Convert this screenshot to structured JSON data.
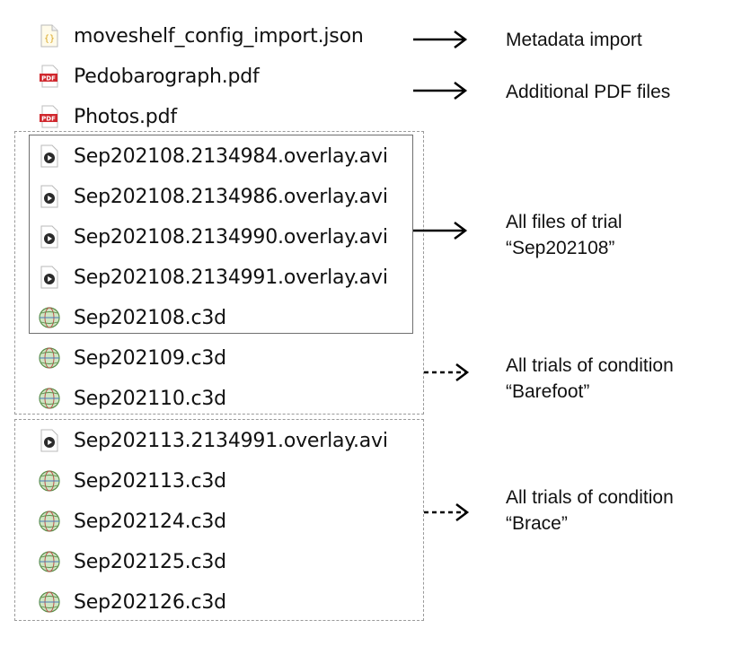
{
  "files": [
    {
      "name": "moveshelf_config_import.json",
      "icon": "json-file-icon"
    },
    {
      "name": "Pedobarograph.pdf",
      "icon": "pdf-file-icon"
    },
    {
      "name": "Photos.pdf",
      "icon": "pdf-file-icon"
    },
    {
      "name": "Sep202108.2134984.overlay.avi",
      "icon": "video-file-icon"
    },
    {
      "name": "Sep202108.2134986.overlay.avi",
      "icon": "video-file-icon"
    },
    {
      "name": "Sep202108.2134990.overlay.avi",
      "icon": "video-file-icon"
    },
    {
      "name": "Sep202108.2134991.overlay.avi",
      "icon": "video-file-icon"
    },
    {
      "name": "Sep202108.c3d",
      "icon": "c3d-globe-icon"
    },
    {
      "name": "Sep202109.c3d",
      "icon": "c3d-globe-icon"
    },
    {
      "name": "Sep202110.c3d",
      "icon": "c3d-globe-icon"
    },
    {
      "name": "Sep202113.2134991.overlay.avi",
      "icon": "video-file-icon"
    },
    {
      "name": "Sep202113.c3d",
      "icon": "c3d-globe-icon"
    },
    {
      "name": "Sep202124.c3d",
      "icon": "c3d-globe-icon"
    },
    {
      "name": "Sep202125.c3d",
      "icon": "c3d-globe-icon"
    },
    {
      "name": "Sep202126.c3d",
      "icon": "c3d-globe-icon"
    }
  ],
  "annotations": {
    "metadata": {
      "line1": "Metadata import",
      "style": "solid"
    },
    "pdf": {
      "line1": "Additional PDF files",
      "style": "solid"
    },
    "trial": {
      "line1": "All files of trial",
      "line2": "“Sep202108”",
      "style": "solid"
    },
    "barefoot": {
      "line1": "All trials of condition",
      "line2": "“Barefoot”",
      "style": "dashed"
    },
    "brace": {
      "line1": "All trials of condition",
      "line2": "“Brace”",
      "style": "dashed"
    }
  },
  "colors": {
    "pdf_red": "#d0282e",
    "json_yellow": "#e9c46a",
    "video_dark": "#2b2b2b",
    "globe_green": "#6aa84f"
  }
}
